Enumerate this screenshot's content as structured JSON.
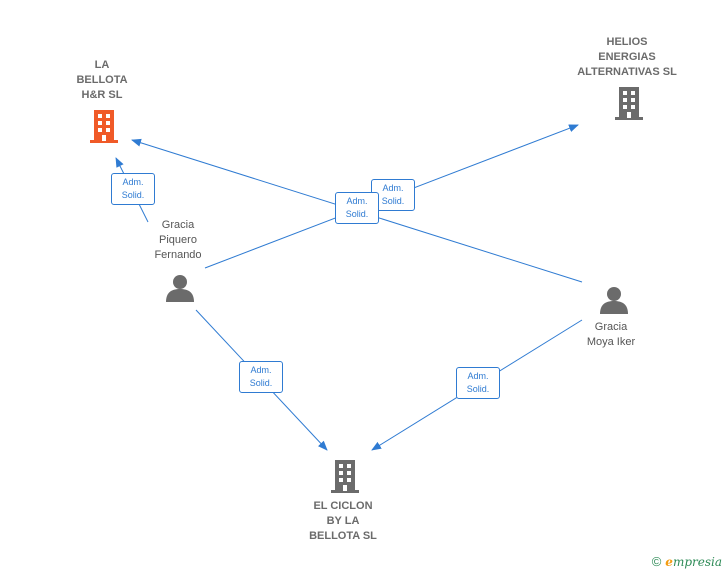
{
  "nodes": {
    "la_bellota": {
      "label": "LA\nBELLOTA\nH&R  SL",
      "type": "company",
      "color": "#f05a28"
    },
    "helios": {
      "label": "HELIOS\nENERGIAS\nALTERNATIVAS SL",
      "type": "company",
      "color": "#6b6b6b"
    },
    "el_ciclon": {
      "label": "EL CICLON\nBY LA\nBELLOTA  SL",
      "type": "company",
      "color": "#6b6b6b"
    },
    "gracia_piquero": {
      "label": "Gracia\nPiquero\nFernando",
      "type": "person",
      "color": "#6b6b6b"
    },
    "gracia_moya": {
      "label": "Gracia\nMoya Iker",
      "type": "person",
      "color": "#6b6b6b"
    }
  },
  "edge_labels": {
    "e1": "Adm.\nSolid.",
    "e2": "Adm.\nSolid.",
    "e3": "Adm.\nSolid.",
    "e4": "Adm.\nSolid.",
    "e5": "Adm.\nSolid."
  },
  "colors": {
    "edge": "#2f7bd2"
  },
  "footer": {
    "copyright": "©",
    "brand_first": "e",
    "brand_rest": "mpresia"
  }
}
